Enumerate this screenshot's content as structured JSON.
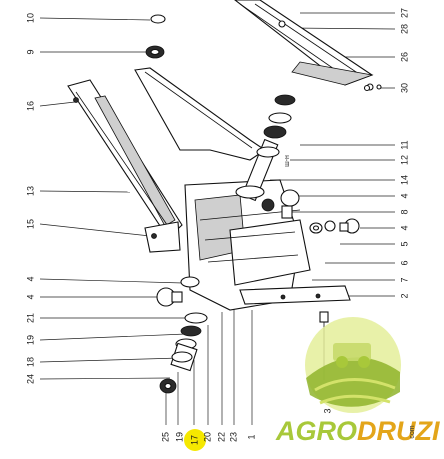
{
  "labels_left": [
    "10",
    "9",
    "16",
    "13",
    "15",
    "4",
    "4",
    "21",
    "19",
    "18",
    "24"
  ],
  "labels_right": [
    "27",
    "28",
    "26",
    "30",
    "11",
    "12",
    "14",
    "4",
    "8",
    "4",
    "5",
    "6",
    "7",
    "2",
    "3"
  ],
  "labels_bottom": [
    "25",
    "19",
    "17",
    "20",
    "22",
    "23",
    "1"
  ],
  "highlight_label": "17",
  "small_mark": "ш-н",
  "watermark": {
    "part1": "AGRO",
    "part2": "DRUZI",
    "suffix": "com"
  },
  "colors": {
    "highlight": "#f5e800",
    "agro": "#a8c83a",
    "druzi": "#e3a51a",
    "logo_sky": "#e4ef9a",
    "logo_field": "#8fb42c"
  }
}
